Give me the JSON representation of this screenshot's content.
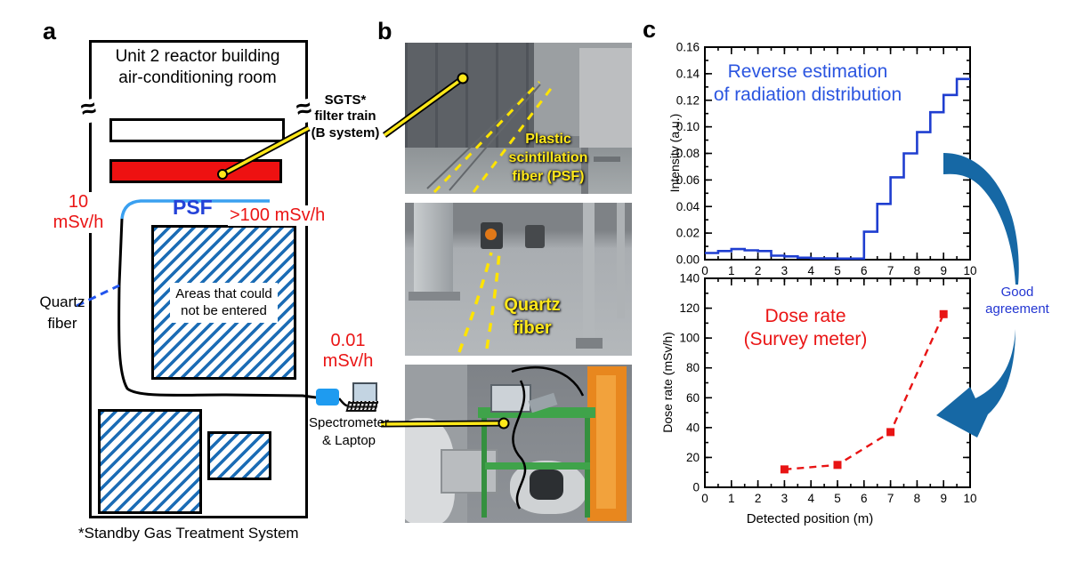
{
  "panel_a": {
    "label": "a",
    "room_title_1": "Unit 2 reactor building",
    "room_title_2": "air-conditioning room",
    "break_symbol": "≈",
    "sgts_1": "SGTS*",
    "sgts_2": "filter train",
    "sgts_3": "(B system)",
    "dose_left_1": "10",
    "dose_left_2": "mSv/h",
    "psf": "PSF",
    "dose_right": ">100 mSv/h",
    "quartz_1": "Quartz",
    "quartz_2": "fiber",
    "blocked_1": "Areas that could",
    "blocked_2": "not be entered",
    "dose_small_1": "0.01",
    "dose_small_2": "mSv/h",
    "spec_1": "Spectrometer",
    "spec_2": "& Laptop",
    "footnote": "*Standby Gas Treatment System"
  },
  "panel_b": {
    "label": "b",
    "photo1_caption_1": "Plastic",
    "photo1_caption_2": "scintillation",
    "photo1_caption_3": "fiber (PSF)",
    "photo2_caption_1": "Quartz",
    "photo2_caption_2": "fiber"
  },
  "panel_c": {
    "label": "c",
    "top_title_1": "Reverse estimation",
    "top_title_2": "of radiation distribution",
    "bottom_title_1": "Dose rate",
    "bottom_title_2": "(Survey meter)",
    "agreement_1": "Good",
    "agreement_2": "agreement"
  },
  "chart_data": [
    {
      "type": "line",
      "subtype": "step",
      "title": "Reverse estimation of radiation distribution",
      "xlabel": "",
      "ylabel": "Intensity (a.u.)",
      "xlim": [
        0,
        10
      ],
      "ylim": [
        0,
        0.16
      ],
      "xticks": [
        0,
        1,
        2,
        3,
        4,
        5,
        6,
        7,
        8,
        9,
        10
      ],
      "xtick_labels": [
        "0",
        "1",
        "2",
        "3",
        "4",
        "5",
        "6",
        "7",
        "8",
        "9",
        "10"
      ],
      "x_minor_step": 0.5,
      "yticks": [
        0,
        0.02,
        0.04,
        0.06,
        0.08,
        0.1,
        0.12,
        0.14,
        0.16
      ],
      "ytick_labels": [
        "0.00",
        "0.02",
        "0.04",
        "0.06",
        "0.08",
        "0.10",
        "0.12",
        "0.14",
        "0.16"
      ],
      "y_minor_step": 0.01,
      "bin_width": 0.5,
      "values": [
        0.005,
        0.0065,
        0.008,
        0.007,
        0.0065,
        0.003,
        0.0025,
        0.0015,
        0.001,
        0.001,
        0.0008,
        0.0008,
        0.021,
        0.042,
        0.062,
        0.08,
        0.096,
        0.111,
        0.124,
        0.136
      ],
      "color": "#1f3ed0",
      "grid": false,
      "legend": "none"
    },
    {
      "type": "scatter",
      "line_style": "dashed",
      "marker": "square",
      "title": "Dose rate (Survey meter)",
      "xlabel": "Detected position (m)",
      "ylabel": "Dose rate (mSv/h)",
      "xlim": [
        0,
        10
      ],
      "ylim": [
        0,
        140
      ],
      "xticks": [
        0,
        1,
        2,
        3,
        4,
        5,
        6,
        7,
        8,
        9,
        10
      ],
      "xtick_labels": [
        "0",
        "1",
        "2",
        "3",
        "4",
        "5",
        "6",
        "7",
        "8",
        "9",
        "10"
      ],
      "x_minor_step": 0.5,
      "yticks": [
        0,
        20,
        40,
        60,
        80,
        100,
        120,
        140
      ],
      "ytick_labels": [
        "0",
        "20",
        "40",
        "60",
        "80",
        "100",
        "120",
        "140"
      ],
      "y_minor_step": 10,
      "x": [
        3,
        5,
        7,
        9
      ],
      "y": [
        12,
        15,
        37,
        116
      ],
      "color": "#e81414",
      "grid": false,
      "legend": "none"
    }
  ],
  "colors": {
    "red_accent": "#ea1515",
    "psf_blue": "#2442d8",
    "step_line_blue": "#1f3ed0",
    "chart_title_blue": "#2b55e0",
    "arrow_blue": "#1668a5",
    "hatch_blue": "#1b6cb5",
    "fiber_light_blue": "#3aa0f0",
    "callout_yellow": "#ffe81a",
    "red_fill": "#ee1111"
  }
}
